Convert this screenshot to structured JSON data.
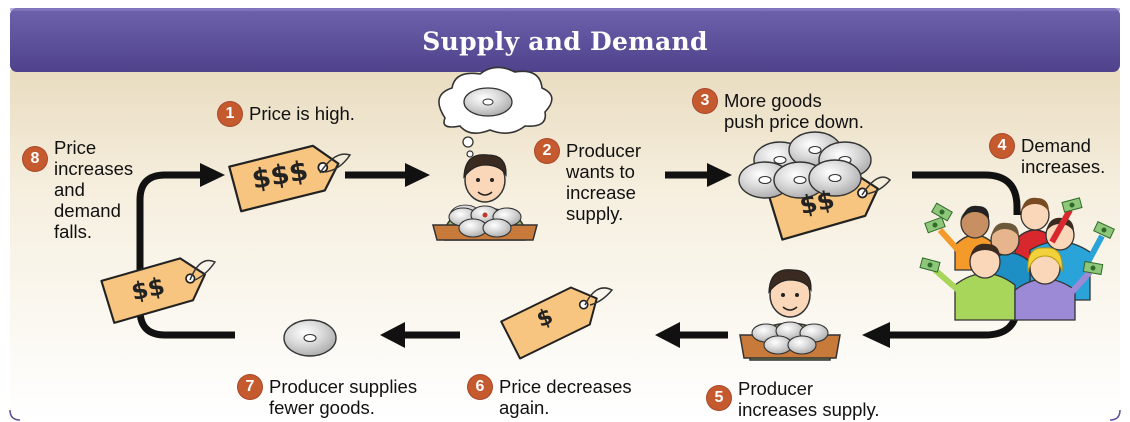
{
  "title": "Supply and Demand",
  "steps": [
    {
      "num": "1",
      "text": "Price is high."
    },
    {
      "num": "2",
      "text": "Producer\nwants to\nincrease\nsupply."
    },
    {
      "num": "3",
      "text": "More goods\npush price down."
    },
    {
      "num": "4",
      "text": "Demand\nincreases."
    },
    {
      "num": "5",
      "text": "Producer\nincreases supply."
    },
    {
      "num": "6",
      "text": "Price decreases\nagain."
    },
    {
      "num": "7",
      "text": "Producer supplies\nfewer goods."
    },
    {
      "num": "8",
      "text": "Price\nincreases\nand\ndemand\nfalls."
    }
  ],
  "tags": {
    "tag_high": "$$$",
    "tag_two_a": "$$",
    "tag_one": "$",
    "tag_two_b": "$$"
  },
  "icons": {
    "disc": "cd-disc-icon",
    "tag": "price-tag-icon",
    "arrow": "arrow-icon",
    "producer": "producer-icon",
    "consumers": "consumers-group-icon",
    "thought": "thought-bubble-icon"
  },
  "colors": {
    "banner": "#5c4e98",
    "panel": "#f4ebd6",
    "tag": "#f7c57f",
    "badge": "#c65a2f",
    "arrow": "#111111"
  }
}
